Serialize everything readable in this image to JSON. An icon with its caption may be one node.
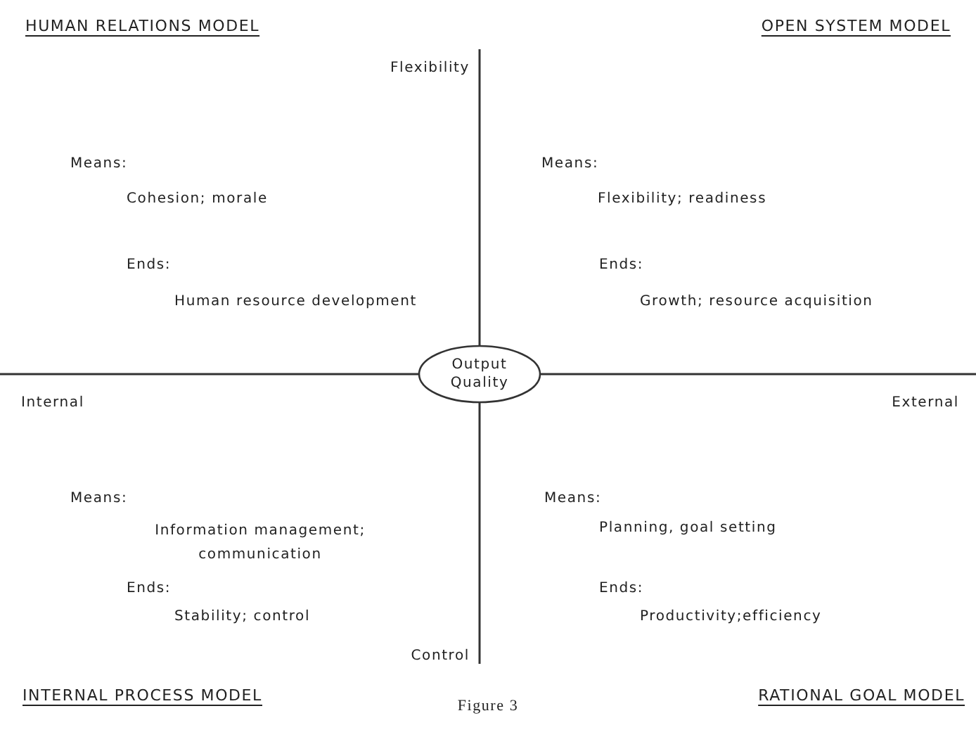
{
  "diagram": {
    "caption": "Figure 3",
    "nodes": [
      {
        "text": [
          "Output Quality"
        ]
      }
    ],
    "labels": [
      "HUMAN RELATIONS MODEL",
      "OPEN SYSTEM MODEL",
      "Flexibility",
      "Means:",
      "Cohesion; morale",
      "Means:",
      "Flexibility; readiness",
      "Ends:",
      "Human resource development",
      "Ends:",
      "Growth; resource acquisition",
      "Internal",
      "External",
      "Means:",
      "Information management; communication",
      "Means:",
      "Planning, goal setting",
      "Ends:",
      "Stability; control",
      "Ends:",
      "Productivity;efficiency",
      "Control",
      "INTERNAL PROCESS MODEL",
      "RATIONAL GOAL MODEL"
    ]
  }
}
